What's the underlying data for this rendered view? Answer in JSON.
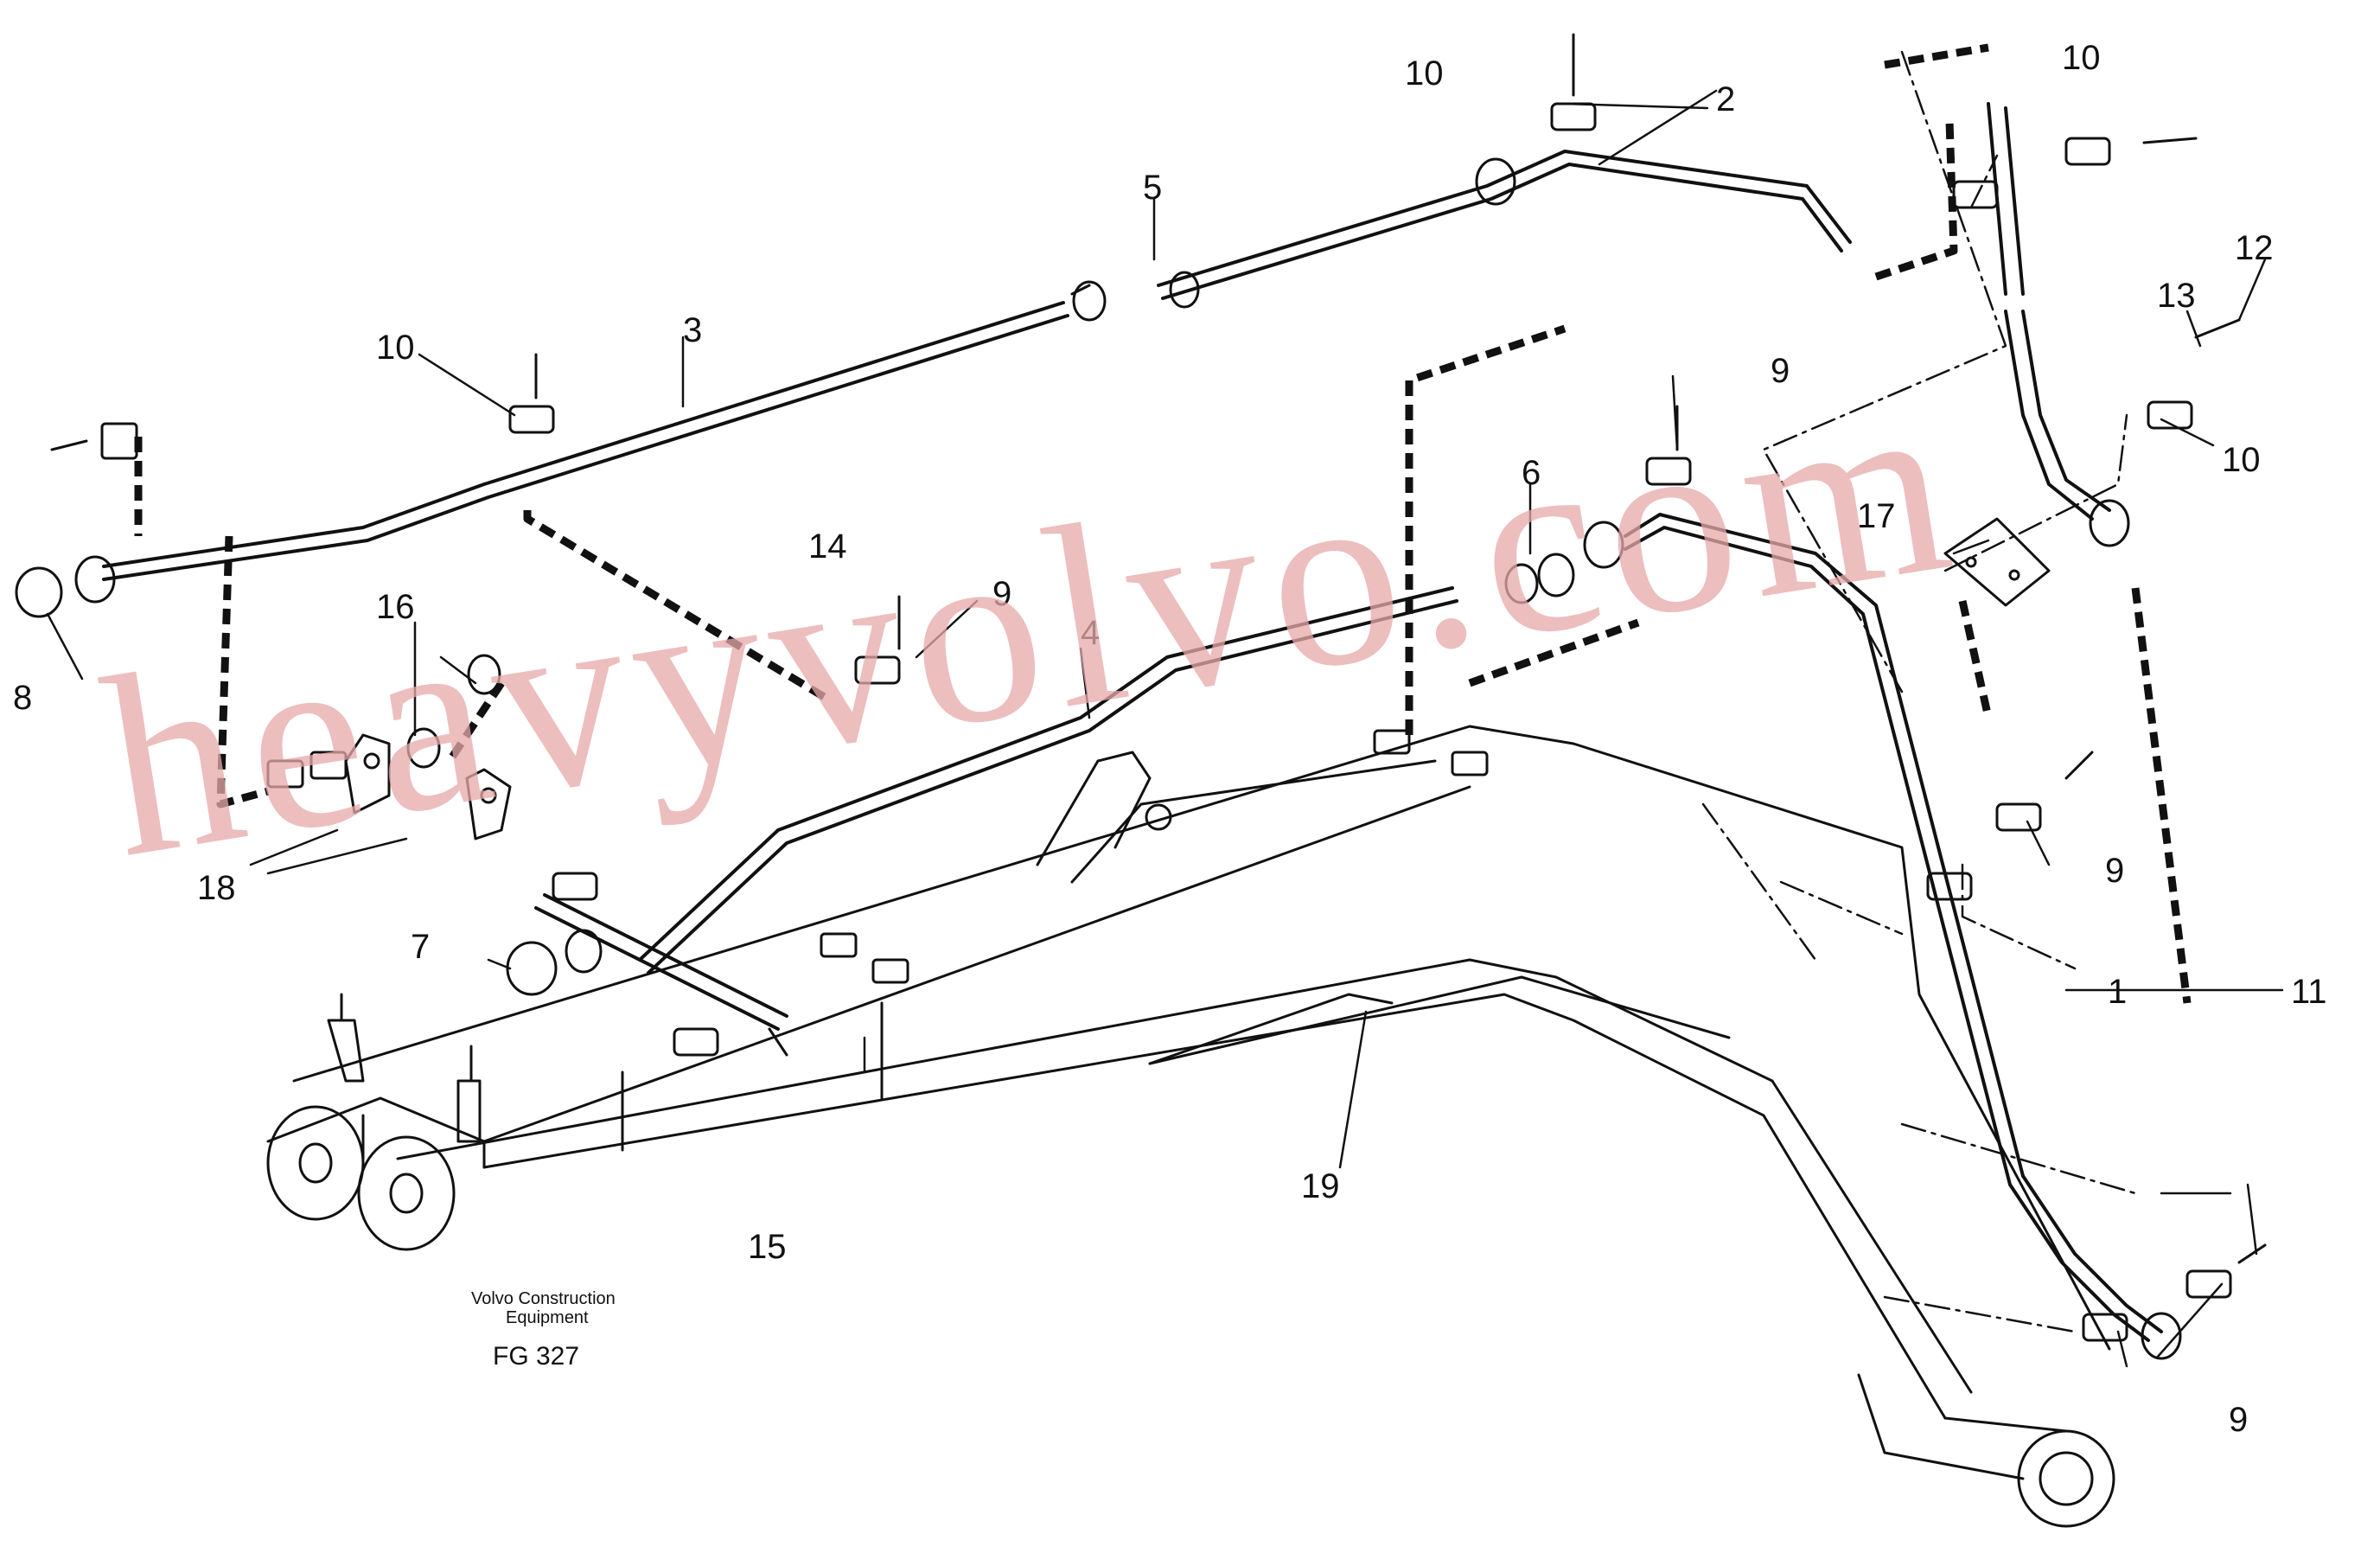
{
  "callouts": {
    "c1": "1",
    "c2": "2",
    "c3": "3",
    "c4": "4",
    "c5": "5",
    "c6": "6",
    "c7": "7",
    "c8": "8",
    "c9a": "9",
    "c9b": "9",
    "c9c": "9",
    "c9d": "9",
    "c10a": "10",
    "c10b": "10",
    "c10c": "10",
    "c10d": "10",
    "c11": "11",
    "c12": "12",
    "c13": "13",
    "c14": "14",
    "c15": "15",
    "c16": "16",
    "c17": "17",
    "c18": "18",
    "c19": "19"
  },
  "caption": {
    "maker_line1": "Volvo Construction",
    "maker_line2": "Equipment",
    "figure_code": "FG 327"
  },
  "watermark": "heavyvolvo.com"
}
